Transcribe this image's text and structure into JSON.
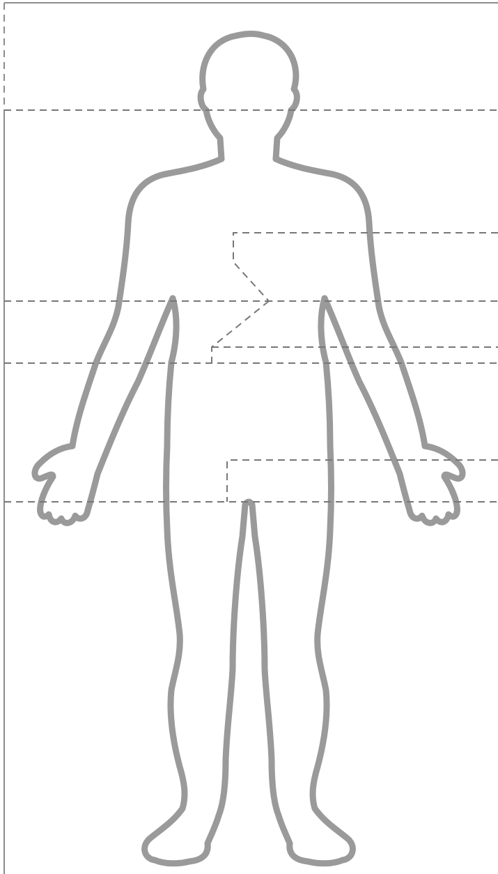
{
  "diagram": {
    "subject": "human-body-front-outline",
    "regions": [
      "head",
      "chest",
      "abdomen",
      "pelvis",
      "legs"
    ],
    "colors": {
      "background": "#ffffff",
      "outline": "#9a9a9a",
      "frame": "#8c8c8c",
      "guides": "#777777"
    }
  }
}
